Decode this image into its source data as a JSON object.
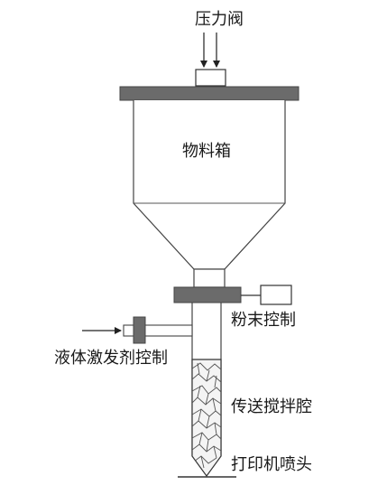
{
  "labels": {
    "pressure_valve": "压力阀",
    "hopper": "物料箱",
    "powder_control": "粉末控制",
    "liquid_activator_control": "液体激发剂控制",
    "conveying_mixing_chamber": "传送搅拌腔",
    "printer_nozzle": "打印机喷头"
  }
}
